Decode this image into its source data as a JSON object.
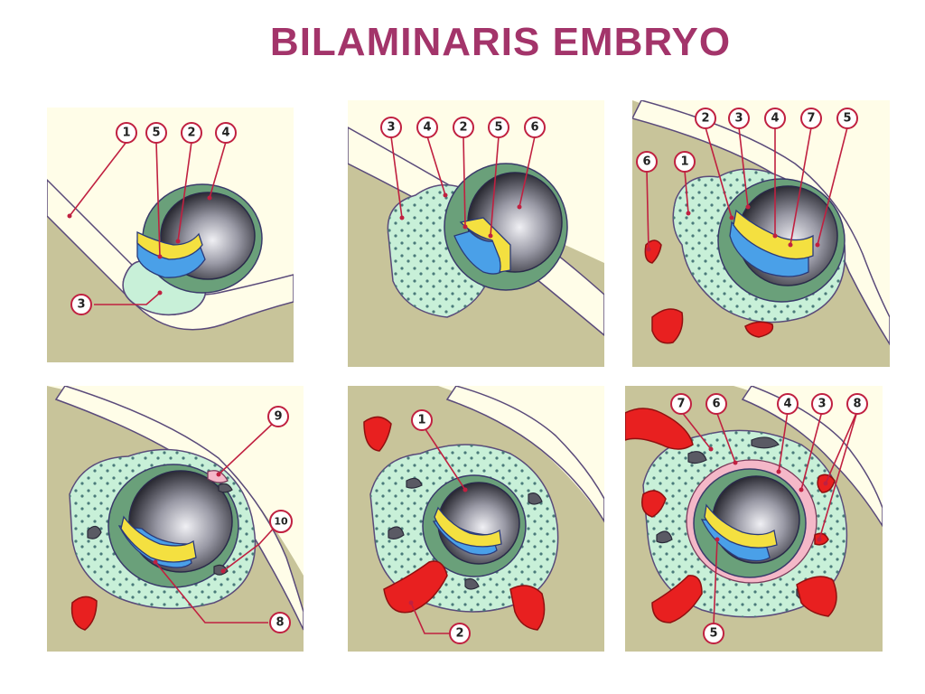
{
  "title": "BILAMINARIS EMBRYO",
  "panels": [
    {
      "labels": [
        "1",
        "5",
        "2",
        "4",
        "3"
      ]
    },
    {
      "labels": [
        "3",
        "4",
        "2",
        "5",
        "6"
      ]
    },
    {
      "labels": [
        "2",
        "3",
        "4",
        "7",
        "5",
        "6",
        "1"
      ]
    },
    {
      "labels": [
        "9",
        "10",
        "8"
      ]
    },
    {
      "labels": [
        "1",
        "2"
      ]
    },
    {
      "labels": [
        "7",
        "6",
        "4",
        "3",
        "8",
        "5"
      ]
    }
  ]
}
